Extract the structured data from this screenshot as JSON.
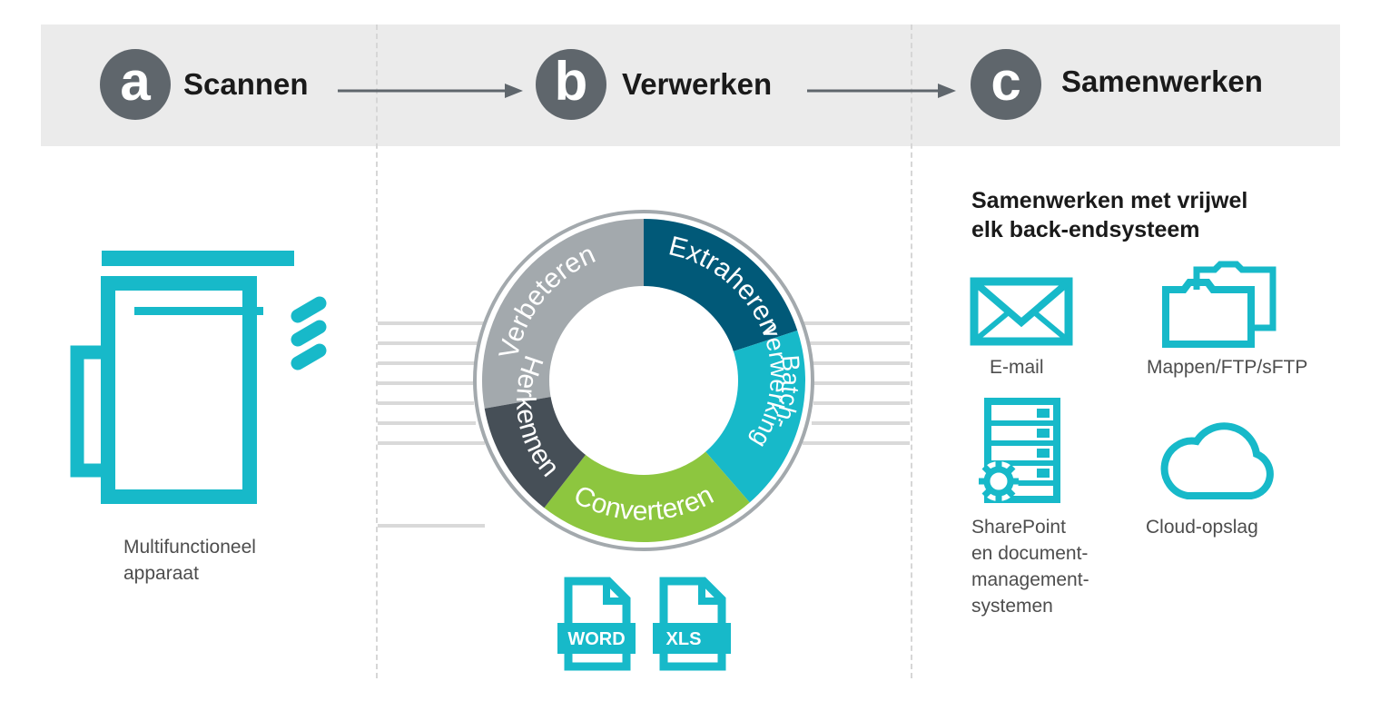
{
  "colors": {
    "accent": "#17b9c9",
    "step_circle": "#5f666c",
    "header_band": "#ebebeb",
    "segment_verbeteren": "#a3a9ad",
    "segment_extraheren": "#015978",
    "segment_batch": "#17b9c9",
    "segment_converteren": "#8dc63f",
    "segment_herkennen": "#464f57"
  },
  "steps": [
    {
      "letter": "a",
      "label": "Scannen"
    },
    {
      "letter": "b",
      "label": "Verwerken"
    },
    {
      "letter": "c",
      "label": "Samenwerken"
    }
  ],
  "scan": {
    "icon": "multifunction-printer-icon",
    "caption": "Multifunctioneel\napparaat"
  },
  "process": {
    "segments": [
      "Verbeteren",
      "Extraheren",
      "Batch-",
      "verwerking",
      "Converteren",
      "Herkennen"
    ],
    "file_icons": [
      {
        "icon": "word-file-icon",
        "label": "WORD"
      },
      {
        "icon": "xls-file-icon",
        "label": "XLS"
      }
    ]
  },
  "collaborate": {
    "heading": "Samenwerken met vrijwel\nelk back-endsysteem",
    "destinations": [
      {
        "icon": "email-icon",
        "label": "E-mail"
      },
      {
        "icon": "folders-icon",
        "label": "Mappen/FTP/sFTP"
      },
      {
        "icon": "sharepoint-server-icon",
        "label": "SharePoint\nen document-\nmanagement-\nsystemen"
      },
      {
        "icon": "cloud-icon",
        "label": "Cloud-opslag"
      }
    ]
  }
}
